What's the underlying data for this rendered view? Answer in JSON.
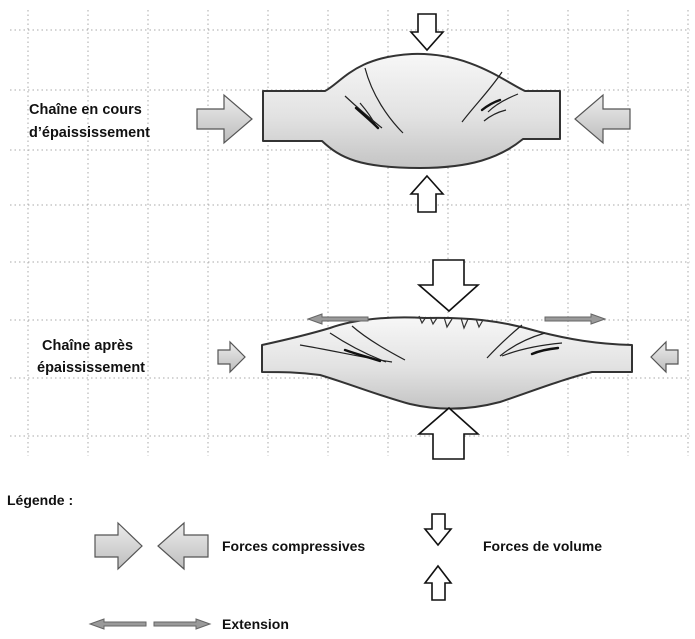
{
  "diagram": {
    "row1_label": [
      "Chaîne en cours",
      "d’épaississement"
    ],
    "row2_label": [
      "Chaîne après",
      "épaississement"
    ]
  },
  "legend": {
    "title": "Légende :",
    "compressive": "Forces compressives",
    "volume": "Forces de volume",
    "extension": "Extension"
  },
  "colors": {
    "grid": "#a8a8a8",
    "arrow_fill": "#d8d8d8",
    "arrow_stroke": "#555555",
    "body_fill_light": "#f4f4f4",
    "body_fill_dark": "#c9c9c9",
    "body_stroke": "#333333",
    "fault_line": "#222222"
  },
  "icons": {
    "compression_arrow": "block-arrow-gray",
    "volume_arrow": "hollow-up-down-arrow",
    "extension_arrow": "thin-gray-arrow"
  }
}
